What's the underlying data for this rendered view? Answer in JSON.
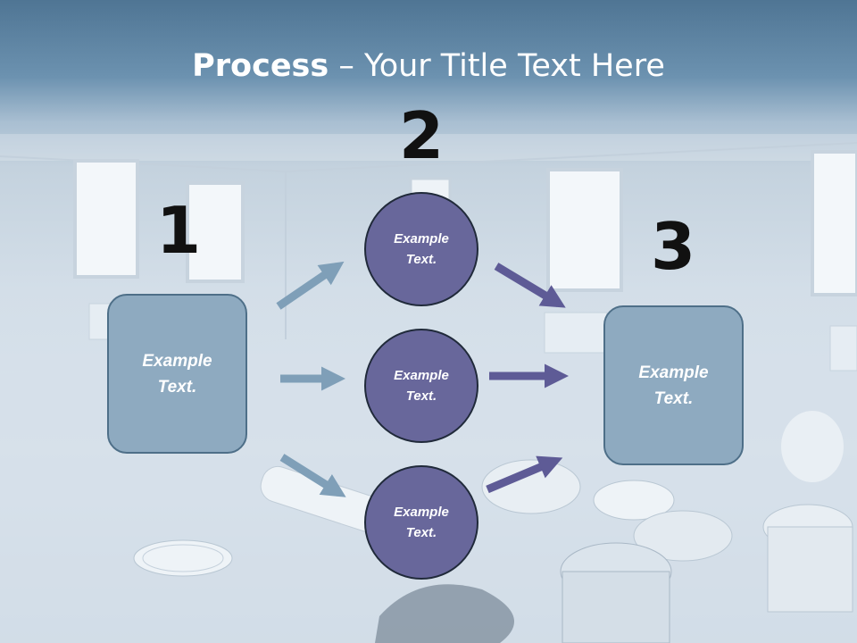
{
  "title": {
    "bold": "Process",
    "rest": " – Your Title Text Here"
  },
  "steps": {
    "one": "1",
    "two": "2",
    "three": "3"
  },
  "left_box": {
    "text": "Example\nText."
  },
  "right_box": {
    "text": "Example\nText."
  },
  "circles": [
    {
      "text": "Example\nText."
    },
    {
      "text": "Example\nText."
    },
    {
      "text": "Example\nText."
    }
  ],
  "colors": {
    "box_fill": "#8eaac0",
    "circle_fill": "#68679b",
    "arrow_light": "#7f9fb8",
    "arrow_dark": "#5e5b96"
  }
}
